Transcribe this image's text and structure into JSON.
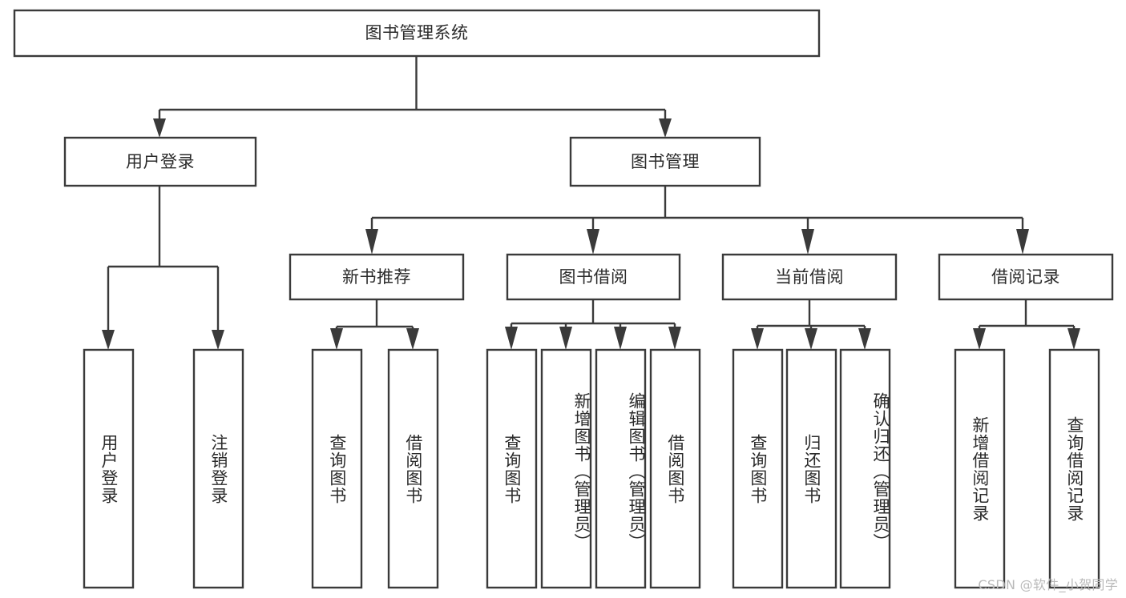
{
  "diagram": {
    "type": "hierarchy-tree",
    "title": "图书管理系统",
    "orientation": "top-down",
    "root": {
      "id": "root",
      "label": "图书管理系统",
      "text_direction": "horizontal"
    },
    "level2": [
      {
        "id": "user-login",
        "label": "用户登录",
        "text_direction": "horizontal"
      },
      {
        "id": "book-manage",
        "label": "图书管理",
        "text_direction": "horizontal"
      }
    ],
    "level3": [
      {
        "id": "new-book-rec",
        "label": "新书推荐",
        "parent": "book-manage",
        "text_direction": "horizontal"
      },
      {
        "id": "book-borrow",
        "label": "图书借阅",
        "parent": "book-manage",
        "text_direction": "horizontal"
      },
      {
        "id": "current-borrow",
        "label": "当前借阅",
        "parent": "book-manage",
        "text_direction": "horizontal"
      },
      {
        "id": "borrow-record",
        "label": "借阅记录",
        "parent": "book-manage",
        "text_direction": "horizontal"
      }
    ],
    "leaves": [
      {
        "id": "leaf-user-login",
        "label": "用户登录",
        "parent": "user-login",
        "text_direction": "vertical"
      },
      {
        "id": "leaf-logout",
        "label": "注销登录",
        "parent": "user-login",
        "text_direction": "vertical"
      },
      {
        "id": "leaf-query-book-1",
        "label": "查询图书",
        "parent": "new-book-rec",
        "text_direction": "vertical"
      },
      {
        "id": "leaf-borrow-book-1",
        "label": "借阅图书",
        "parent": "new-book-rec",
        "text_direction": "vertical"
      },
      {
        "id": "leaf-query-book-2",
        "label": "查询图书",
        "parent": "book-borrow",
        "text_direction": "vertical"
      },
      {
        "id": "leaf-add-book",
        "label": "新增图书（管理员）",
        "parent": "book-borrow",
        "text_direction": "vertical"
      },
      {
        "id": "leaf-edit-book",
        "label": "编辑图书（管理员）",
        "parent": "book-borrow",
        "text_direction": "vertical"
      },
      {
        "id": "leaf-borrow-book-2",
        "label": "借阅图书",
        "parent": "book-borrow",
        "text_direction": "vertical"
      },
      {
        "id": "leaf-query-book-3",
        "label": "查询图书",
        "parent": "current-borrow",
        "text_direction": "vertical"
      },
      {
        "id": "leaf-return-book",
        "label": "归还图书",
        "parent": "current-borrow",
        "text_direction": "vertical"
      },
      {
        "id": "leaf-confirm-return",
        "label": "确认归还（管理员）",
        "parent": "current-borrow",
        "text_direction": "vertical"
      },
      {
        "id": "leaf-add-record",
        "label": "新增借阅记录",
        "parent": "borrow-record",
        "text_direction": "vertical"
      },
      {
        "id": "leaf-query-record",
        "label": "查询借阅记录",
        "parent": "borrow-record",
        "text_direction": "vertical"
      }
    ],
    "colors": {
      "stroke": "#3a3a3a",
      "fill": "#ffffff",
      "text": "#2b2b2b",
      "watermark": "#b9b9b9"
    }
  },
  "watermark": {
    "text": "CSDN @软件_小贺同学"
  }
}
